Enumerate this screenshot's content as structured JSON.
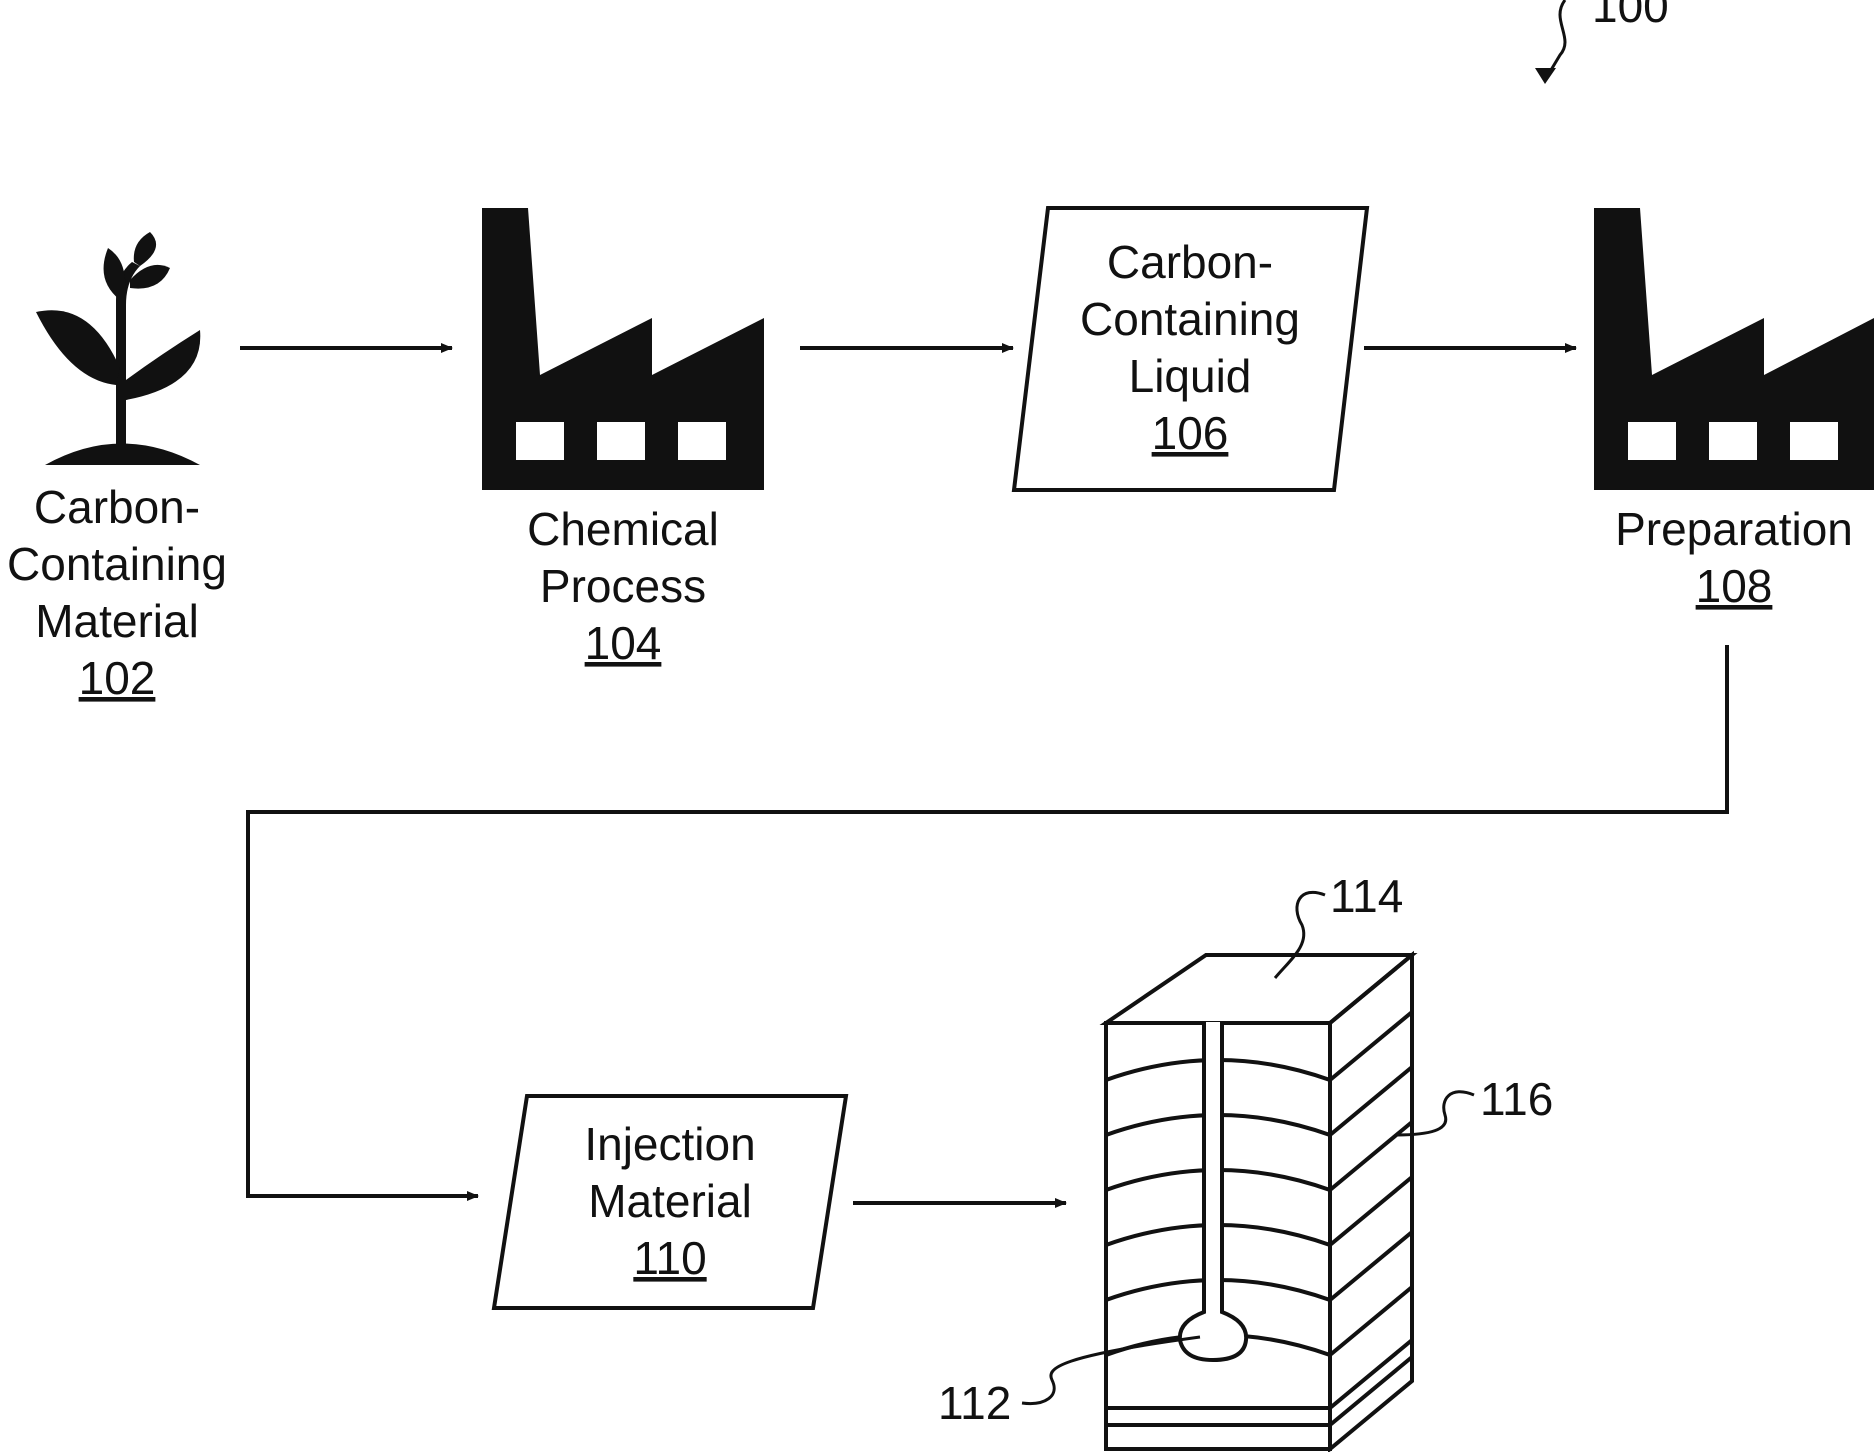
{
  "figure_ref": "100",
  "nodes": {
    "material": {
      "lines": [
        "Carbon-",
        "Containing",
        "Material"
      ],
      "ref": "102",
      "icon": "plant-icon"
    },
    "chemical": {
      "lines": [
        "Chemical",
        "Process"
      ],
      "ref": "104",
      "icon": "factory-icon"
    },
    "liquid": {
      "lines": [
        "Carbon-",
        "Containing",
        "Liquid"
      ],
      "ref": "106"
    },
    "preparation": {
      "lines": [
        "Preparation"
      ],
      "ref": "108",
      "icon": "factory-icon"
    },
    "injection": {
      "lines": [
        "Injection",
        "Material"
      ],
      "ref": "110"
    }
  },
  "formation": {
    "icon": "geologic-formation-block-icon",
    "labels": {
      "cavity": "112",
      "top": "114",
      "layers": "116"
    }
  }
}
